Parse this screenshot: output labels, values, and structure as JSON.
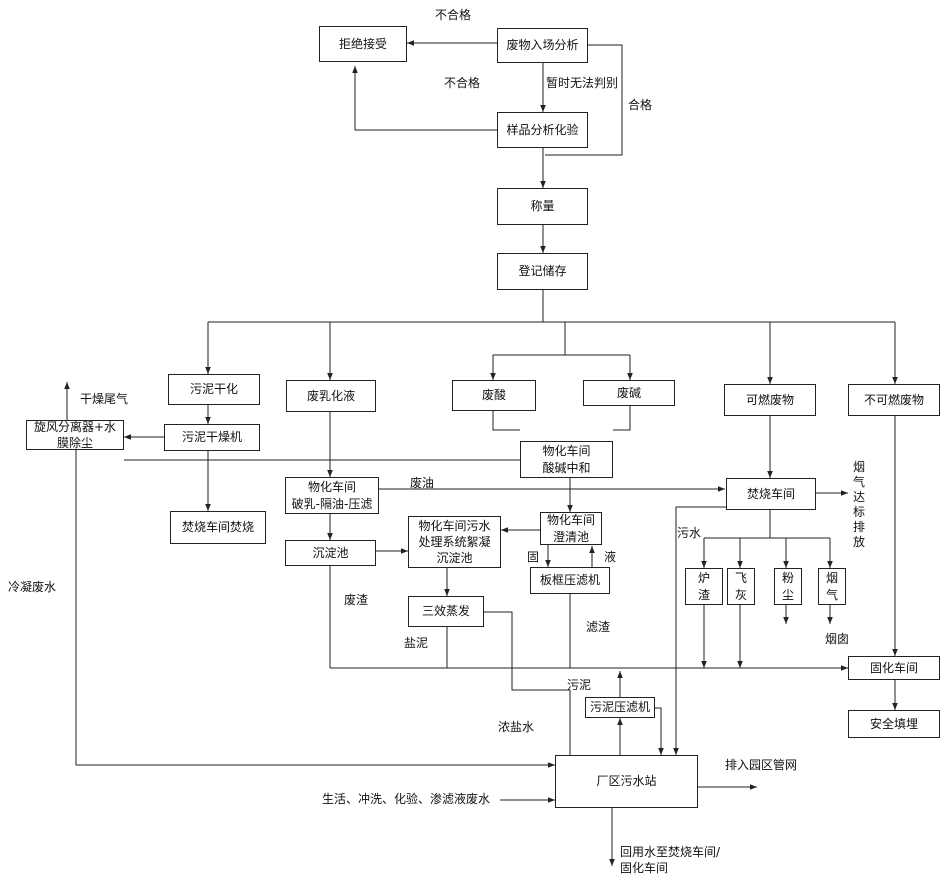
{
  "nodes": {
    "reject": "拒绝接受",
    "analysis": "废物入场分析",
    "sample": "样品分析化验",
    "weigh": "称量",
    "register": "登记储存",
    "sludge_dry": "污泥干化",
    "emulsion": "废乳化液",
    "acid": "废酸",
    "alkali": "废碱",
    "combustible": "可燃废物",
    "noncombustible": "不可燃废物",
    "cyclone": "旋风分离器+水\n膜除尘",
    "dryer": "污泥干燥机",
    "neutral": "物化车间\n酸碱中和",
    "phys_break": "物化车间\n破乳-隔油-压滤",
    "incinerate": "焚烧车间",
    "burn_incin": "焚烧车间焚烧",
    "settle": "沉淀池",
    "sewage_treat": "物化车间污水\n处理系统絮凝\n沉淀池",
    "clarify": "物化车间\n澄清池",
    "plate_press": "板框压滤机",
    "evap": "三效蒸发",
    "slag": "炉\n渣",
    "flyash": "飞\n灰",
    "dust": "粉\n尘",
    "flue": "烟\n气",
    "solidify": "固化车间",
    "landfill": "安全填埋",
    "sludge_press": "污泥压滤机",
    "wwtp": "厂区污水站"
  },
  "labels": {
    "unqualified_top": "不合格",
    "unqualified_mid": "不合格",
    "temp_unknown": "暂时无法判别",
    "qualified": "合格",
    "dry_tail_gas": "干燥尾气",
    "waste_oil": "废油",
    "flue_emission": "烟气达标排放",
    "sewage_water": "污水",
    "solid": "固",
    "liquid": "液",
    "waste_residue": "废渣",
    "filter_residue": "滤渣",
    "salt_mud": "盐泥",
    "chimney": "烟囱",
    "sludge": "污泥",
    "brine": "浓盐水",
    "condensate": "冷凝废水",
    "domestic": "生活、冲洗、化验、渗滤液废水",
    "discharge": "排入园区管网",
    "reuse": "回用水至焚烧车间/\n固化车间"
  }
}
